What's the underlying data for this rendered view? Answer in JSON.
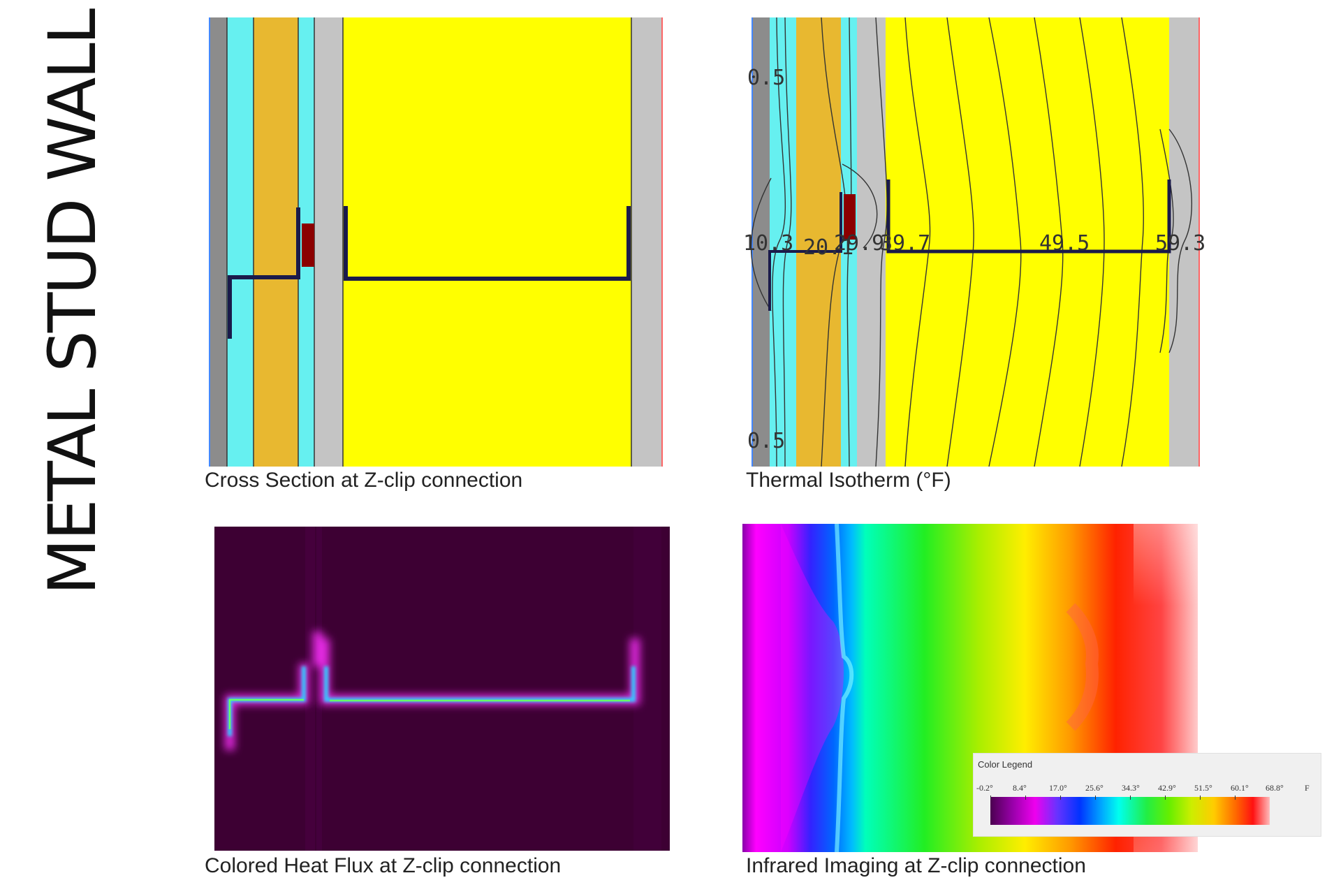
{
  "title": "METAL STUD WALL",
  "panels": {
    "cross_section": {
      "caption": "Cross Section at Z-clip connection"
    },
    "isotherm": {
      "caption": "Thermal Isotherm (°F)",
      "labels": {
        "top_left": "0.5",
        "bottom_left": "0.5",
        "clip_1": "10.3",
        "clip_2": "20.1",
        "clip_3": "29.9",
        "mid_1": "39.7",
        "mid_2": "49.5",
        "right": "59.3"
      }
    },
    "heat_flux": {
      "caption": "Colored Heat Flux at Z-clip connection"
    },
    "infrared": {
      "caption": "Infrared Imaging at Z-clip connection",
      "legend_title": "Color Legend",
      "legend_ticks": [
        "-0.2°",
        "8.4°",
        "17.0°",
        "25.6°",
        "34.3°",
        "42.9°",
        "51.5°",
        "60.1°",
        "68.8°"
      ],
      "legend_unit": "F"
    }
  },
  "colors": {
    "insulation": "#ffff00",
    "cladding": "#e8b830",
    "air_gap": "#66f0f0",
    "gypsum": "#c4c4c4",
    "sheathing_dark": "#8c8c8c",
    "clip": "#1a1a4a",
    "thermal_break": "#8b0000",
    "flux_background": "#3d0033"
  }
}
